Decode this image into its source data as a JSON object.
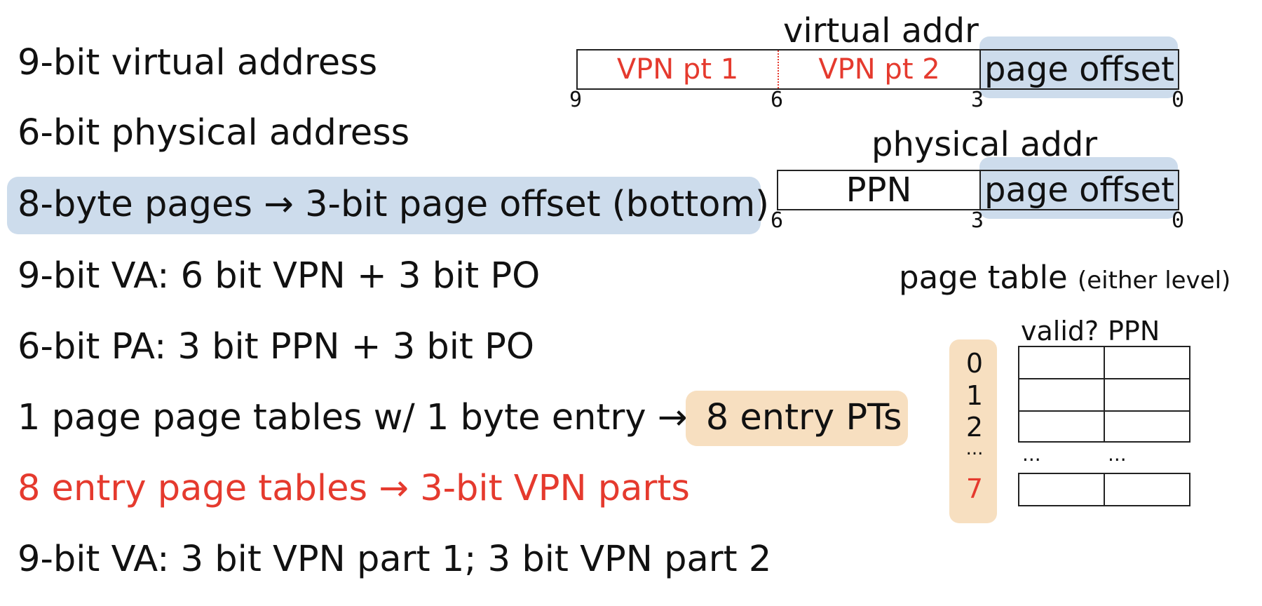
{
  "lines": [
    "9-bit virtual address",
    "6-bit physical address",
    "8-byte pages → 3-bit page offset (bottom)",
    "9-bit VA: 6 bit VPN + 3 bit PO",
    "6-bit PA: 3 bit PPN + 3 bit PO",
    "1 page page tables w/ 1 byte entry → ",
    "8 entry PTs",
    "8 entry page tables → 3-bit VPN parts",
    "9-bit VA: 3 bit VPN part 1; 3 bit VPN part 2"
  ],
  "virtual": {
    "title": "virtual addr",
    "fields": [
      "VPN pt 1",
      "VPN pt 2",
      "page offset"
    ],
    "bits": [
      "9",
      "6",
      "3",
      "0"
    ]
  },
  "physical": {
    "title": "physical addr",
    "fields": [
      "PPN",
      "page offset"
    ],
    "bits": [
      "6",
      "3",
      "0"
    ]
  },
  "page_table": {
    "title": "page table",
    "subtitle": "(either level)",
    "headers": [
      "valid?",
      "PPN"
    ],
    "indices": [
      "0",
      "1",
      "2",
      "...",
      "7"
    ],
    "ellipsis": "..."
  },
  "colors": {
    "highlight_blue": "#cddcec",
    "highlight_orange": "#f7dfc0",
    "red": "#e53a2e"
  }
}
